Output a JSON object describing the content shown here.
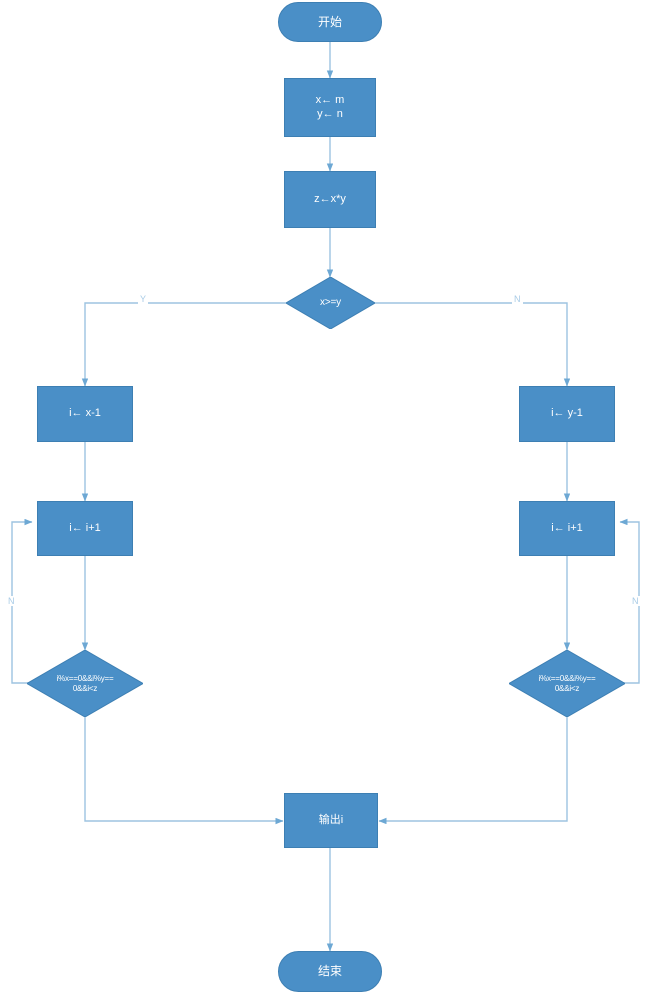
{
  "diagram": {
    "type": "flowchart",
    "title": "",
    "colors": {
      "node_fill": "#4a8fc7",
      "node_stroke": "#3d7fb3",
      "node_text": "#ffffff",
      "connector": "#9dc3e0",
      "edge_label": "#a8cbe6",
      "background": "#ffffff"
    },
    "nodes": [
      {
        "id": "start",
        "shape": "terminator",
        "label": "开始"
      },
      {
        "id": "init",
        "shape": "process",
        "label": "x← m\ny← n"
      },
      {
        "id": "product",
        "shape": "process",
        "label": "z←x*y"
      },
      {
        "id": "compare",
        "shape": "decision",
        "label": "x>=y"
      },
      {
        "id": "left-init",
        "shape": "process",
        "label": "i← x-1"
      },
      {
        "id": "left-inc",
        "shape": "process",
        "label": "i← i+1"
      },
      {
        "id": "left-cond",
        "shape": "decision",
        "label": "i%x==0&&i%y==\n0&&i<z"
      },
      {
        "id": "right-init",
        "shape": "process",
        "label": "i← y-1"
      },
      {
        "id": "right-inc",
        "shape": "process",
        "label": "i← i+1"
      },
      {
        "id": "right-cond",
        "shape": "decision",
        "label": "i%x==0&&i%y==\n0&&i<z"
      },
      {
        "id": "output",
        "shape": "process",
        "label": "输出i"
      },
      {
        "id": "end",
        "shape": "terminator",
        "label": "结束"
      }
    ],
    "edge_labels": [
      {
        "id": "compare-yes",
        "label": "Y"
      },
      {
        "id": "compare-no",
        "label": "N"
      },
      {
        "id": "left-loop-no",
        "label": "N"
      },
      {
        "id": "right-loop-no",
        "label": "N"
      }
    ]
  }
}
